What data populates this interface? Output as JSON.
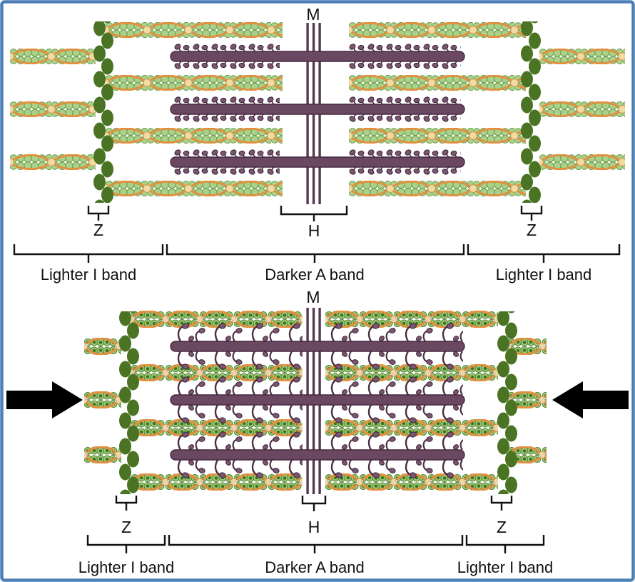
{
  "colors": {
    "border_blue": "#4d80b8",
    "background": "#ffffff",
    "actin_green": "#a9d189",
    "actin_dark_green": "#3e7420",
    "tropomyosin_orange": "#e2903f",
    "troponin_cream": "#f3d9a2",
    "z_disc_green": "#4a7423",
    "myosin_purple": "#6b4862",
    "myosin_outline": "#47293f",
    "arrow_black": "#000000",
    "label_black": "#111111"
  },
  "panels": {
    "relaxed": {
      "m_line_label": "M",
      "h_zone_label": "H",
      "z_disc_left_label": "Z",
      "z_disc_right_label": "Z",
      "i_band_left_label": "Lighter I band",
      "a_band_label": "Darker A band",
      "i_band_right_label": "Lighter I band"
    },
    "contracted": {
      "m_line_label": "M",
      "h_zone_label": "H",
      "z_disc_left_label": "Z",
      "z_disc_right_label": "Z",
      "i_band_left_label": "Lighter I band",
      "a_band_label": "Darker A band",
      "i_band_right_label": "Lighter I band"
    }
  }
}
